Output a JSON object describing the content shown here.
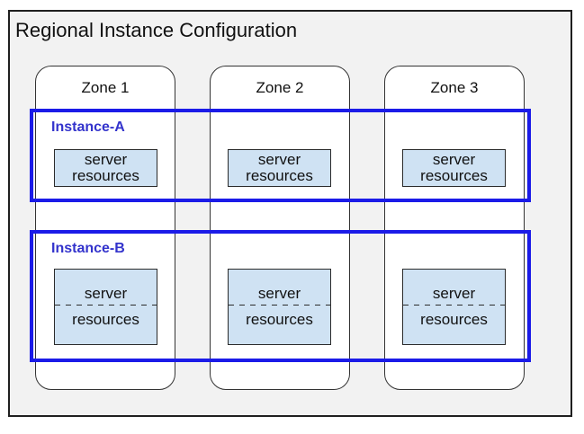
{
  "title": "Regional Instance Configuration",
  "zones": [
    {
      "label": "Zone 1"
    },
    {
      "label": "Zone 2"
    },
    {
      "label": "Zone 3"
    }
  ],
  "instances": [
    {
      "label": "Instance-A"
    },
    {
      "label": "Instance-B"
    }
  ],
  "resource_box": {
    "line1": "server",
    "line2": "resources"
  },
  "colors": {
    "canvas_bg": "#f2f2f2",
    "canvas_border": "#1f1f1f",
    "zone_bg": "#ffffff",
    "zone_border": "#333333",
    "instance_blue": "#1b1be8",
    "instance_label_blue": "#3333cc",
    "resource_fill": "#cfe2f3",
    "resource_border": "#2b2b2b",
    "text": "#111111"
  }
}
